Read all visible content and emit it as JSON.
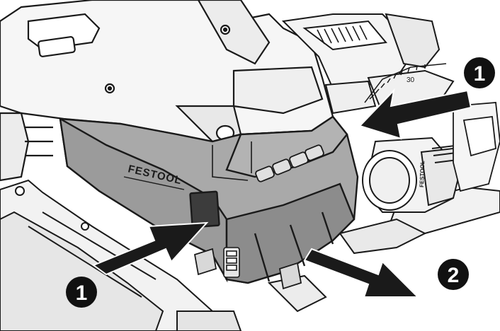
{
  "labels": {
    "brand": "FESTOOL",
    "side_brand": "FESTOOL",
    "scale_number": "30",
    "callout_top_right": "1",
    "callout_bottom_left": "1",
    "callout_bottom_right": "2"
  },
  "colors": {
    "outline": "#1a1a1a",
    "battery_body": "#a9a9a9",
    "battery_shadow": "#8c8c8c",
    "saw_body": "#f4f4f4",
    "arrow": "#1a1a1a",
    "callout_fill": "#111111"
  }
}
